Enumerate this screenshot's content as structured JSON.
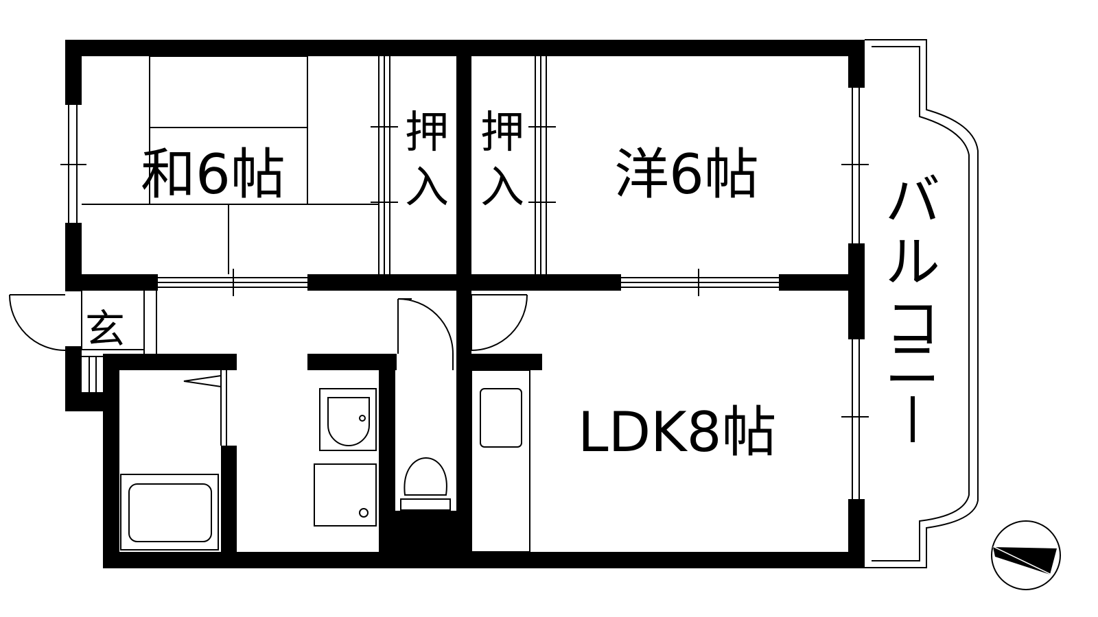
{
  "rooms": {
    "washitsu": "和6帖",
    "youshitsu": "洋6帖",
    "ldk": "LDK8帖",
    "oshiire_left": "押入",
    "oshiire_right": "押入",
    "genkan": "玄",
    "balcony": "バルコニー"
  },
  "colors": {
    "wall": "#000000",
    "background": "#ffffff"
  },
  "icons": {
    "compass": "compass-north-arrow-icon"
  }
}
